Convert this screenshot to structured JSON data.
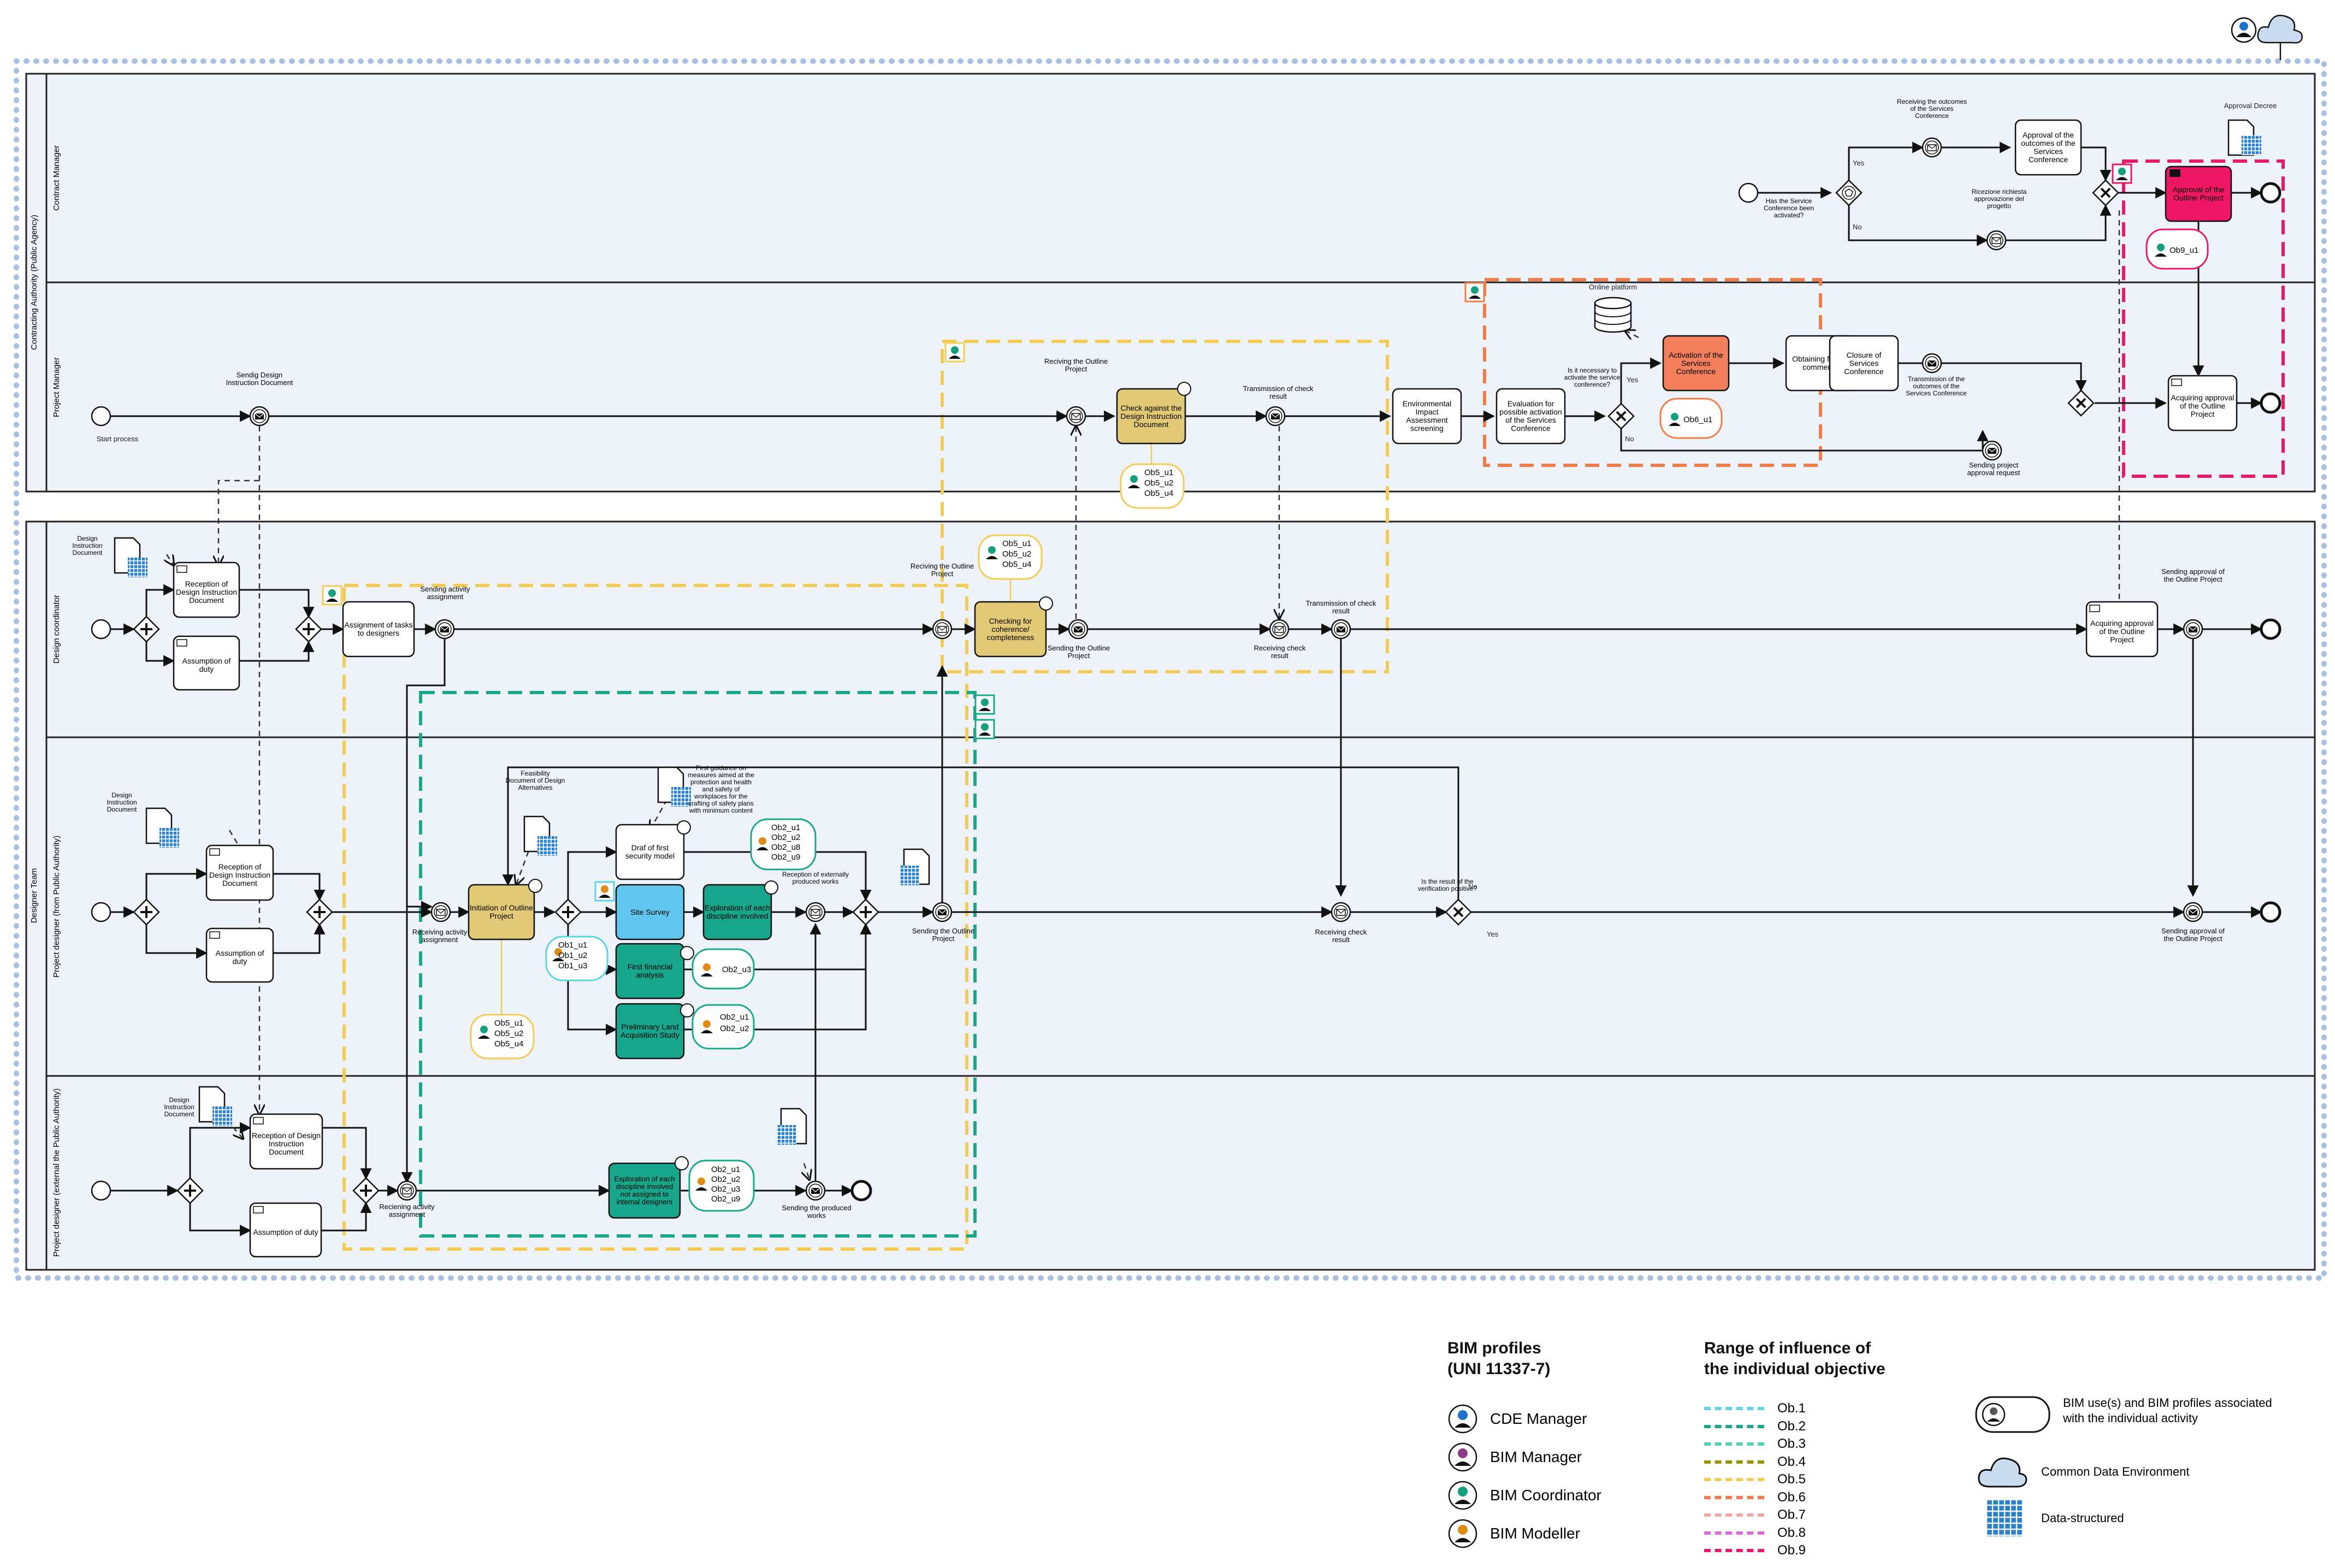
{
  "pools": {
    "top": "Contracting Authority (Public Agency)",
    "bottom": "Designer Team"
  },
  "lanes": {
    "contract_manager": "Contract Manager",
    "project_manager": "Project Manager",
    "design_coordinator": "Design coordinator",
    "pd_from": "Project designer (from Public Authority)",
    "pd_external": "Project designer (external the Public Authority)"
  },
  "tasks": {
    "approval_outcomes": "Approval of the outcomes of the Services Conference",
    "approval_outline": "Approval of the Outline Project",
    "check_against": "Check against the Design Instruction Document",
    "env_impact": "Environmental Impact Assessment screening",
    "evaluation": "Evaluation for possible activation of the Services Conference",
    "activation": "Activation of the Services Conference",
    "obtaining": "Obtaining formal comments",
    "closure": "Closure of Services Conference",
    "acquiring_pm": "Acquiring approval of the Outline Project",
    "reception_dc": "Reception of Design Instruction Document",
    "assumption_dc": "Assumption of duty",
    "assignment": "Assignment of tasks to designers",
    "checking": "Checking for coherence/ completeness",
    "acquiring_dc": "Acquiring approval of the Outline Project",
    "reception_pd": "Reception of Design Instruction Document",
    "assumption_pd": "Assumption of duty",
    "initiation": "Initiation of Outline Project",
    "draft_security": "Draf of first security model",
    "site_survey": "Site Survey",
    "exploration": "Exploration of each discipline involved",
    "first_financial": "First financial analysis",
    "preliminary_land": "Preliminary Land Acquisition Study",
    "reception_ext": "Reception of Design Instruction Document",
    "assumption_ext": "Assumption of duty",
    "exploration_ext": "Exploration of each discipline involved not assigned to internal designers"
  },
  "labels": {
    "start_process": "Start process",
    "sending_design_doc": "Sendig Design Instruction Document",
    "receiving_outline_pm": "Reciving the Outline Project",
    "transmission_pm": "Transmission of check result",
    "online_platform": "Online platform",
    "is_necessary": "Is it necessary to activate the service conference?",
    "yes": "Yes",
    "no": "No",
    "transmission_outcomes": "Transmission of the outcomes of the Services Conference",
    "sending_approval_request": "Sending project approval request",
    "receiving_outcomes": "Receiving the outcomes of the Services Conference",
    "has_service": "Has the Service Conference been activated?",
    "rifiutazione": "Ricezione richiesta approvazione del progetto",
    "approval_decree": "Approval Decree",
    "design_instruction_doc": "Design Instruction Document",
    "sending_activity": "Sending activity assignment",
    "receiving_outline_dc": "Reciving the Outline Project",
    "sending_outline_dc": "Sending the Outline Project",
    "receiving_check": "Receiving check result",
    "transmission_dc": "Transmission of check result",
    "sending_approval_dc": "Sending approval of the Outline Project",
    "receiving_activity_pd": "Receiving activity assignment",
    "feasibility": "Feasibility Document of Design Alternatives",
    "first_guidance": "First guidance on measures aimed at the protection and health and safety of workplaces for the crafting of safety plans with minimum content",
    "reception_ext_works": "Reception of externally produced works",
    "sending_outline_pd": "Sending the Outline Project",
    "receiving_check_pd": "Receiving check result",
    "is_result": "Is the result of the verification positive?",
    "sending_approval_pd": "Sending approval of the Outline Project",
    "receiving_activity_ext": "Reciening activity assignment",
    "sending_produced": "Sending the produced works"
  },
  "bubbles": {
    "ob5_check": [
      "Ob5_u1",
      "Ob5_u2",
      "Ob5_u4"
    ],
    "ob6": [
      "Ob6_u1"
    ],
    "ob9": [
      "Ob9_u1"
    ],
    "ob5_coh": [
      "Ob5_u1",
      "Ob5_u2",
      "Ob5_u4"
    ],
    "ob5_init": [
      "Ob5_u1",
      "Ob5_u2",
      "Ob5_u4"
    ],
    "ob1": [
      "Ob1_u1",
      "Ob1_u2",
      "Ob1_u3"
    ],
    "ob2_expl": [
      "Ob2_u1",
      "Ob2_u2",
      "Ob2_u8",
      "Ob2_u9"
    ],
    "ob2_fin": [
      "Ob2_u3"
    ],
    "ob2_land": [
      "Ob2_u1",
      "Ob2_u2"
    ],
    "ob2_ext": [
      "Ob2_u1",
      "Ob2_u2",
      "Ob2_u3",
      "Ob2_u9"
    ]
  },
  "legend": {
    "profiles_title": [
      "BIM profiles",
      "(UNI 11337-7)"
    ],
    "profiles": [
      {
        "label": "CDE Manager",
        "color": "#1c73c9"
      },
      {
        "label": "BIM Manager",
        "color": "#8e3a8a"
      },
      {
        "label": "BIM Coordinator",
        "color": "#13a07f"
      },
      {
        "label": "BIM Modeller",
        "color": "#e08a16"
      }
    ],
    "range_title": [
      "Range of influence of",
      "the individual objective"
    ],
    "objectives": [
      {
        "label": "Ob.1",
        "color": "#5fd3e6"
      },
      {
        "label": "Ob.2",
        "color": "#1aa88a"
      },
      {
        "label": "Ob.3",
        "color": "#4fd3b2"
      },
      {
        "label": "Ob.4",
        "color": "#9a9400"
      },
      {
        "label": "Ob.5",
        "color": "#f2cc55"
      },
      {
        "label": "Ob.6",
        "color": "#f07c4a"
      },
      {
        "label": "Ob.7",
        "color": "#f2a8a8"
      },
      {
        "label": "Ob.8",
        "color": "#dd6ad8"
      },
      {
        "label": "Ob.9",
        "color": "#e6196a"
      }
    ],
    "bim_uses": "BIM use(s) and BIM profiles associated with the individual activity",
    "cde": "Common Data Environment",
    "data_structured": "Data-structured"
  },
  "colors": {
    "lane_bg": "#eef3fa",
    "task_yellow": "#e2c976",
    "task_orange": "#f47f5d",
    "task_pink": "#ee1766",
    "task_blue": "#62c7ef",
    "task_teal": "#17a58b",
    "pool_border": "#a9c0e0"
  }
}
